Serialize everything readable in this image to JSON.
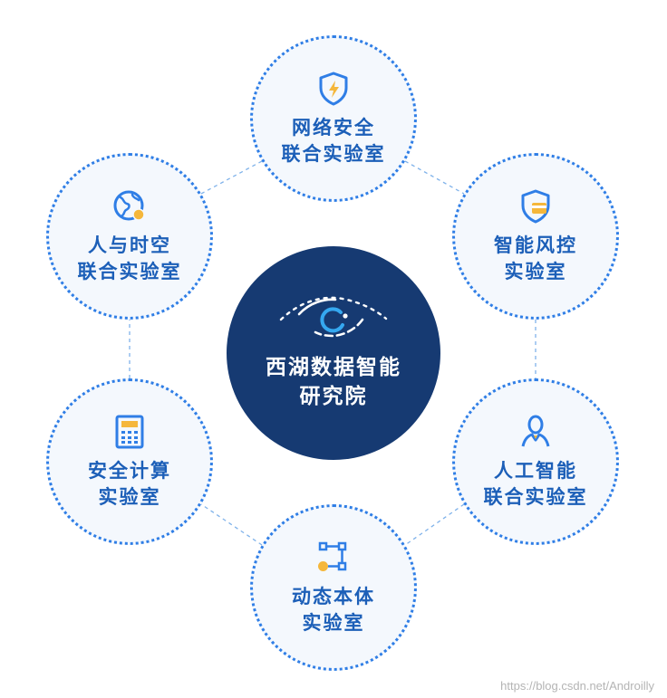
{
  "center": {
    "name_line1": "西湖数据智能",
    "name_line2": "研究院",
    "icon": "eye-logo-icon"
  },
  "labs": [
    {
      "line1": "网络安全",
      "line2": "联合实验室",
      "icon": "shield-lightning-icon"
    },
    {
      "line1": "智能风控",
      "line2": "实验室",
      "icon": "shield-card-icon"
    },
    {
      "line1": "人工智能",
      "line2": "联合实验室",
      "icon": "person-icon"
    },
    {
      "line1": "动态本体",
      "line2": "实验室",
      "icon": "flow-nodes-icon"
    },
    {
      "line1": "安全计算",
      "line2": "实验室",
      "icon": "calculator-icon"
    },
    {
      "line1": "人与时空",
      "line2": "联合实验室",
      "icon": "globe-icon"
    }
  ],
  "watermark": "https://blog.csdn.net/Androilly",
  "colors": {
    "center_bg": "#163a72",
    "circle_bg": "#f4f8fd",
    "accent_blue": "#2f7ee6",
    "title_blue": "#1c5fb8",
    "accent_orange": "#f5b73b"
  }
}
